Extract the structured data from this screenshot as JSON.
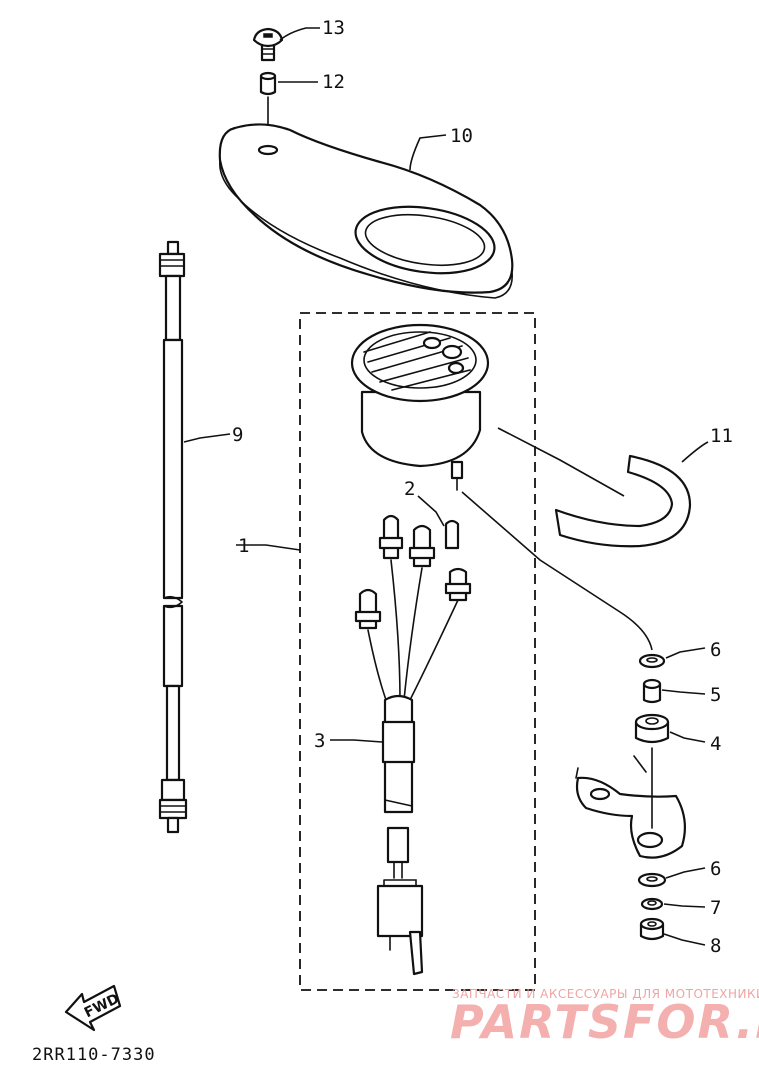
{
  "diagram": {
    "callouts": [
      "1",
      "2",
      "3",
      "4",
      "5",
      "6",
      "6",
      "7",
      "8",
      "9",
      "10",
      "11",
      "12",
      "13"
    ],
    "diagram_code": "2RR110-7330",
    "fwd_label": "FWD",
    "watermark": {
      "line1": "ЗАПЧАСТИ И АКСЕССУАРЫ ДЛЯ МОТОТЕХНИКИ",
      "line2": "PARTSFOR.RU",
      "color": "#f3a7a7"
    },
    "icons": [
      "fwd-arrow-icon"
    ]
  }
}
